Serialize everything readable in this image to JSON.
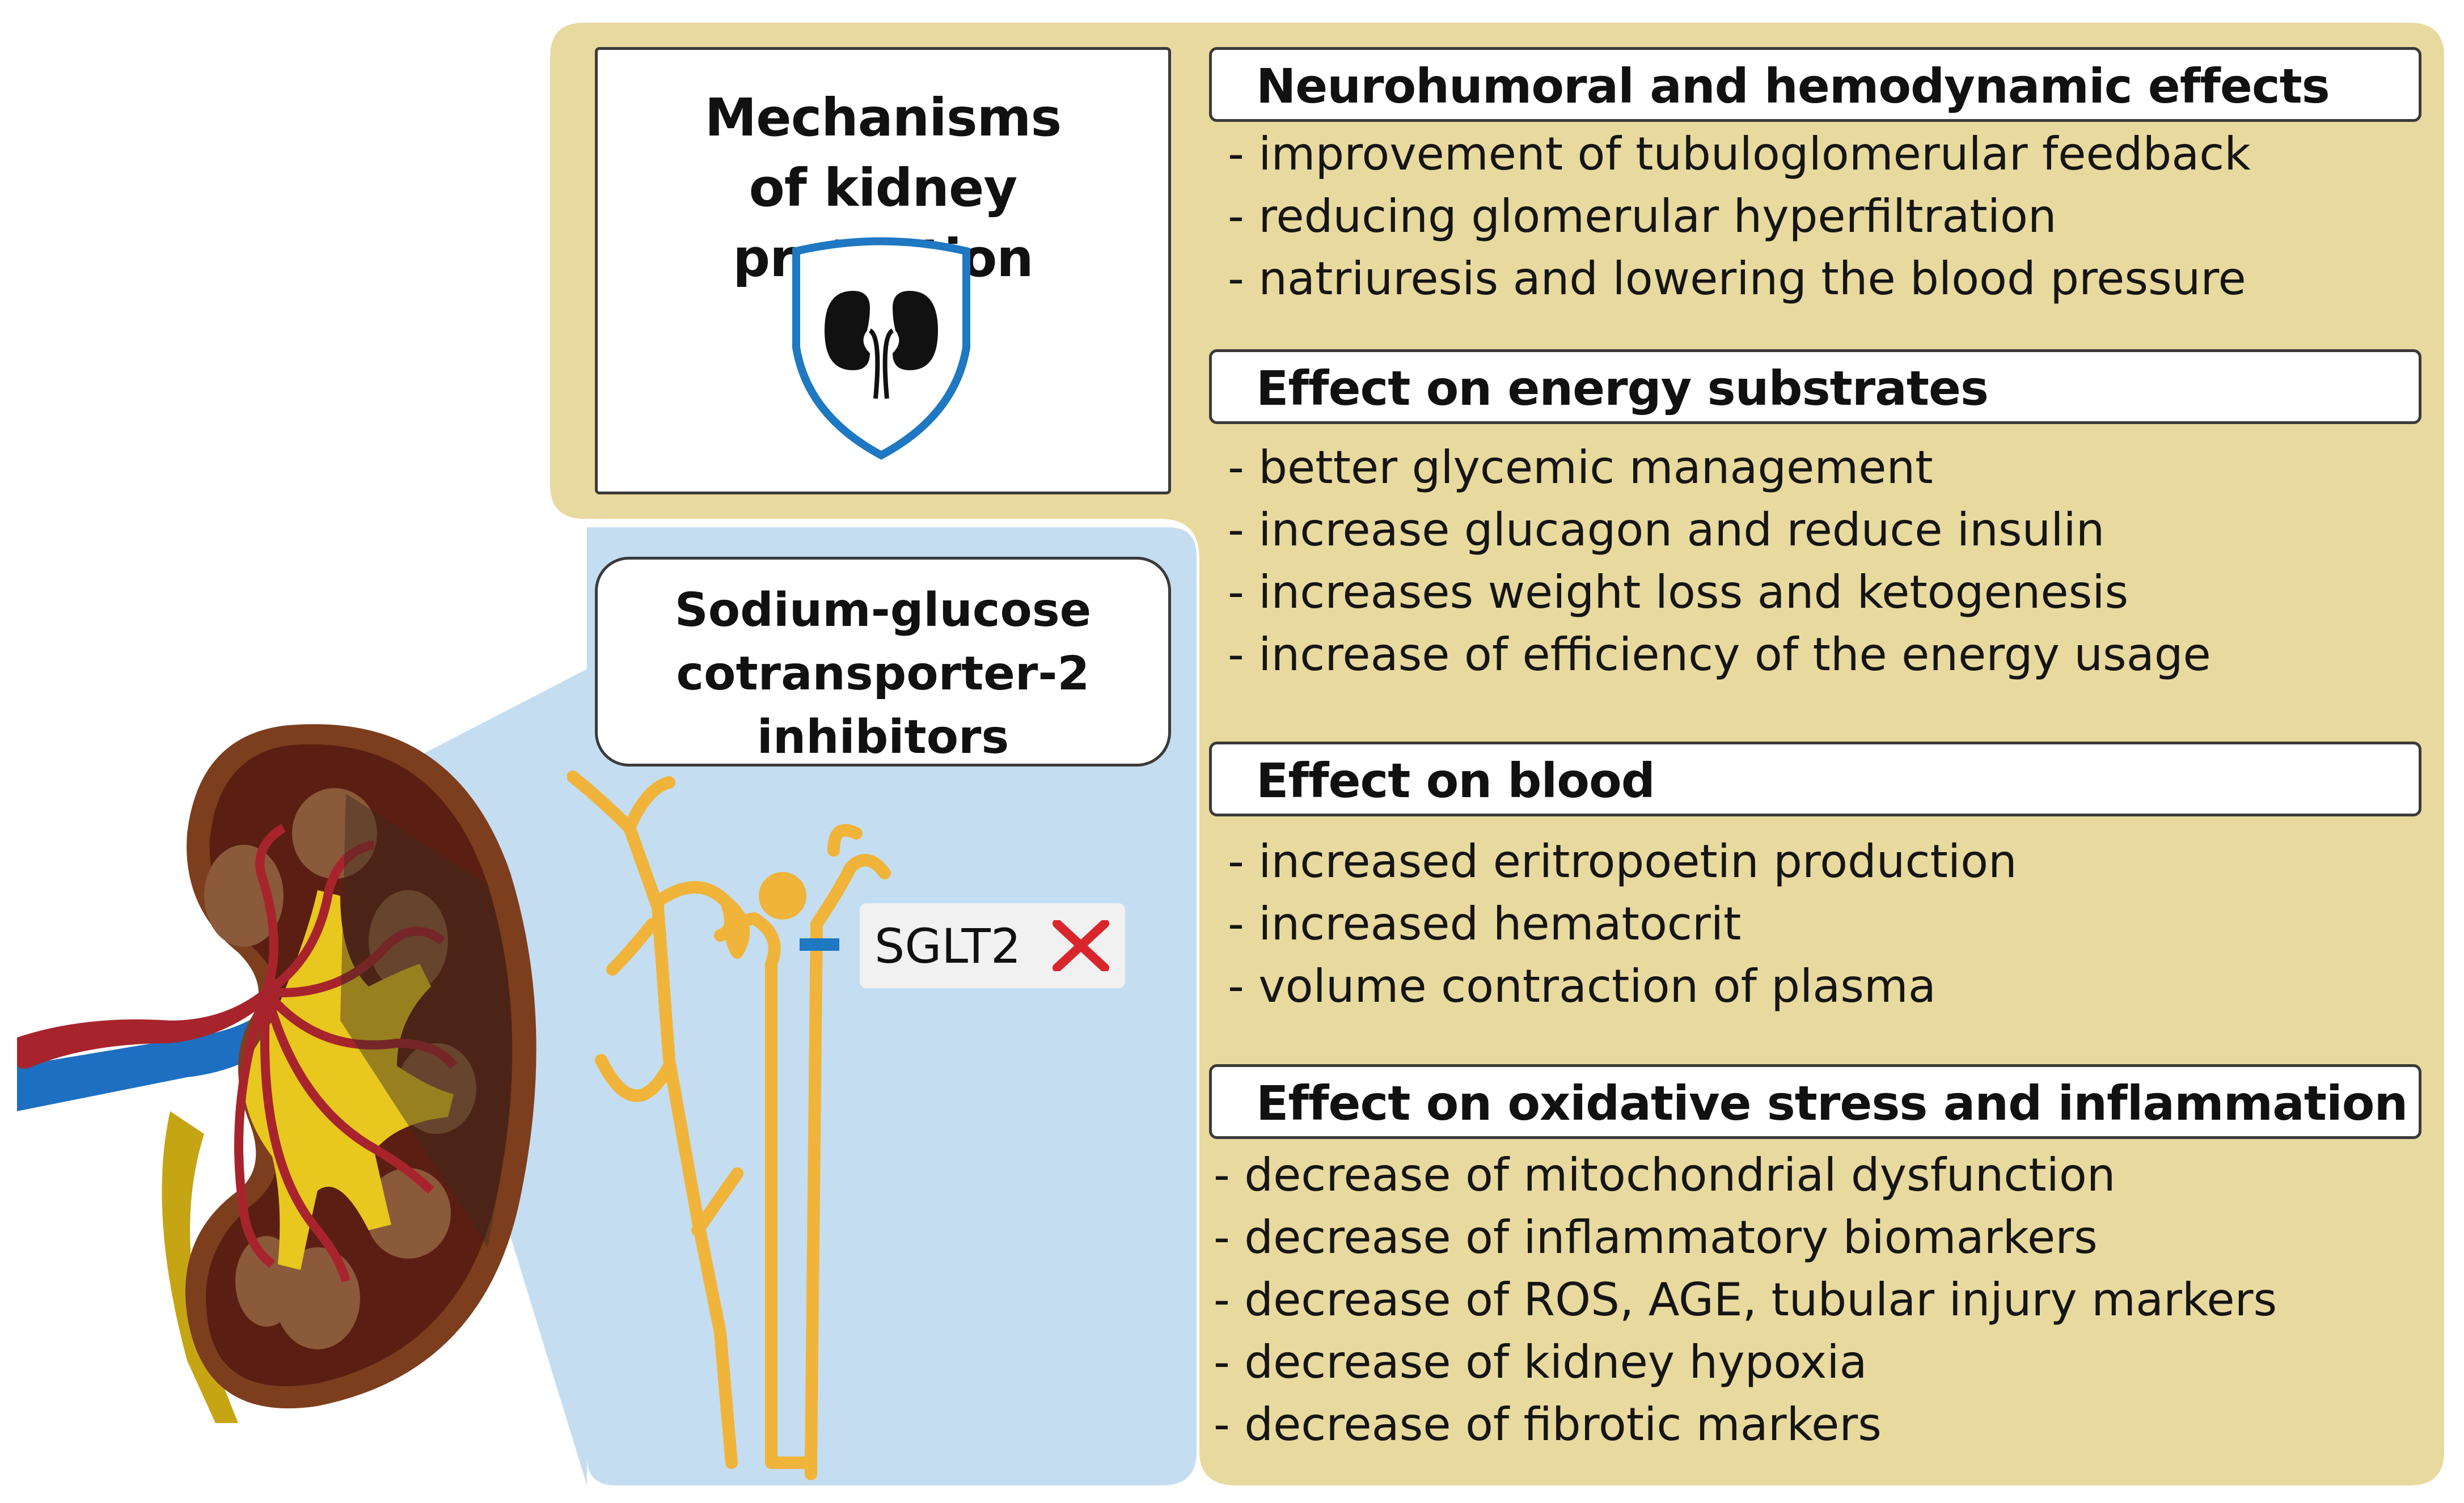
{
  "title": "Mechanisms of kidney protection",
  "title_lines": [
    "Mechanisms",
    "of kidney protection"
  ],
  "drug_class_lines": [
    "Sodium-glucose",
    "cotransporter-2",
    "inhibitors"
  ],
  "transporter_label": "SGLT2",
  "icons": {
    "shield": "shield-with-kidneys-icon",
    "blocked": "red-x-icon",
    "kidney": "kidney-cross-section-illustration",
    "nephron": "nephron-illustration"
  },
  "colors": {
    "panel": "#e8d99e",
    "blue_panel": "#c5ddf0",
    "shield": "#1e78c2",
    "x": "#d9262c",
    "nephron": "#f0b43a",
    "kidney_outer": "#7d3e1e",
    "kidney_inner": "#5a1f12"
  },
  "sections": [
    {
      "header": "Neurohumoral and hemodynamic effects",
      "items": [
        "- improvement of tubuloglomerular feedback",
        "- reducing glomerular hyperfiltration",
        "- natriuresis and lowering the blood pressure"
      ]
    },
    {
      "header": "Effect on energy substrates",
      "items": [
        "- better glycemic management",
        "- increase glucagon and reduce insulin",
        "- increases weight loss and ketogenesis",
        "- increase of efficiency of the energy usage"
      ]
    },
    {
      "header": "Effect on blood",
      "items": [
        "- increased eritropoetin production",
        "- increased hematocrit",
        "- volume contraction of plasma"
      ]
    },
    {
      "header": "Effect on oxidative stress and inflammation",
      "items": [
        "- decrease of mitochondrial dysfunction",
        "- decrease of inflammatory biomarkers",
        "- decrease of ROS, AGE, tubular injury markers",
        "- decrease of kidney hypoxia",
        "- decrease of fibrotic markers"
      ]
    }
  ]
}
